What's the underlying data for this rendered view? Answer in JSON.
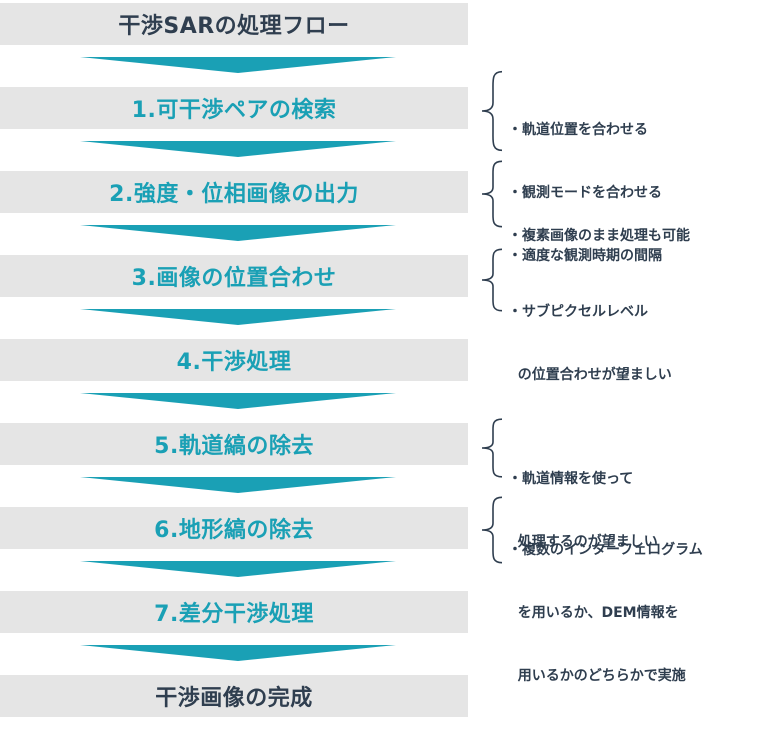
{
  "colors": {
    "title": "#2f3e4f",
    "step": "#1aa0b5",
    "box": "#e5e5e5",
    "arrow": "#1aa0b5"
  },
  "title": "干渉SARの処理フロー",
  "steps": [
    {
      "label": "1.可干渉ペアの検索"
    },
    {
      "label": "2.強度・位相画像の出力"
    },
    {
      "label": "3.画像の位置合わせ"
    },
    {
      "label": "4.干渉処理"
    },
    {
      "label": "5.軌道縞の除去"
    },
    {
      "label": "6.地形縞の除去"
    },
    {
      "label": "7.差分干渉処理"
    }
  ],
  "final": "干渉画像の完成",
  "notes": [
    {
      "lines": [
        "・軌道位置を合わせる",
        "・観測モードを合わせる",
        "・適度な観測時期の間隔"
      ]
    },
    {
      "lines": [
        "・複素画像のまま処理も可能"
      ]
    },
    {
      "lines": [
        "・サブピクセルレベル",
        "  の位置合わせが望ましい"
      ]
    },
    {
      "lines": [
        "・軌道情報を使って",
        "  処理するのが望ましい"
      ]
    },
    {
      "lines": [
        "・複数のインターフェログラム",
        "  を用いるか、DEM情報を",
        "  用いるかのどちらかで実施"
      ]
    }
  ]
}
